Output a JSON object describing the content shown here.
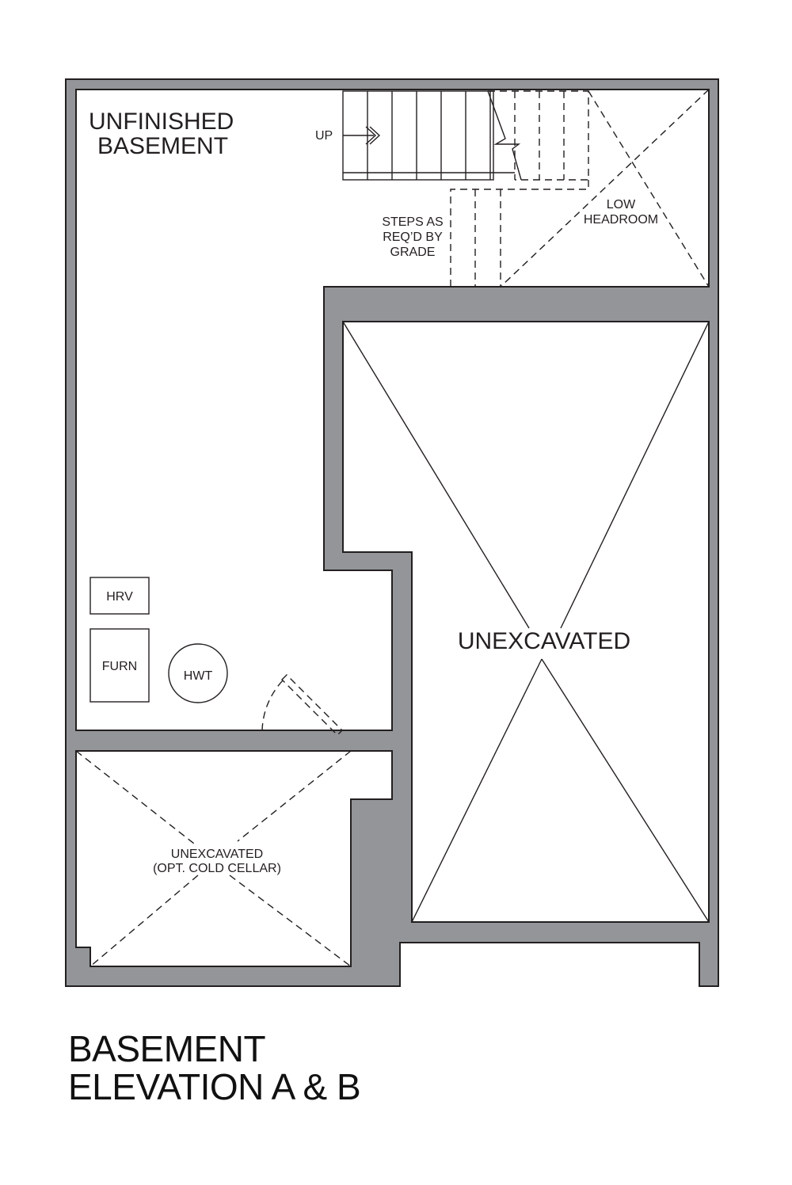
{
  "plan": {
    "rooms": {
      "unfinished_basement": {
        "line1": "UNFINISHED",
        "line2": "BASEMENT"
      },
      "stair_label": "UP",
      "steps_note": {
        "line1": "STEPS AS",
        "line2": "REQ’D BY",
        "line3": "GRADE"
      },
      "low_headroom": {
        "line1": "LOW",
        "line2": "HEADROOM"
      },
      "unexcavated_main": "UNEXCAVATED",
      "unexcavated_cold_cellar": {
        "line1": "UNEXCAVATED",
        "line2": "(OPT. COLD CELLAR)"
      }
    },
    "equipment": {
      "hrv": "HRV",
      "furnace": "FURN",
      "hot_water_tank": "HWT"
    },
    "colors": {
      "wall_fill": "#939598",
      "line": "#231f20",
      "background": "#ffffff"
    }
  },
  "title": {
    "line1": "BASEMENT",
    "line2": "ELEVATION A & B"
  }
}
